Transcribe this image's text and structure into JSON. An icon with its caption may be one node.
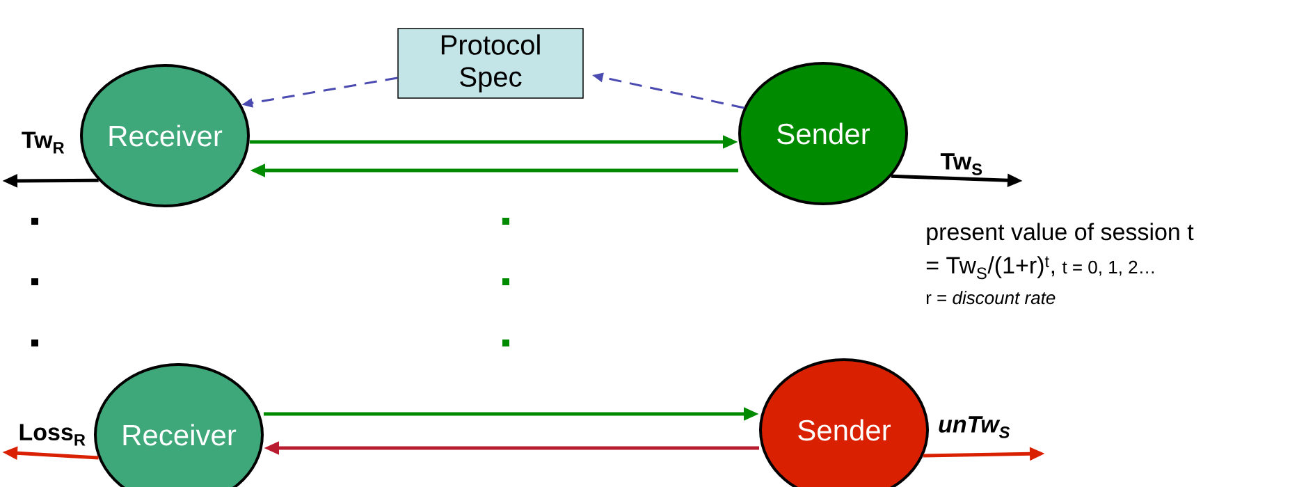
{
  "diagram": {
    "nodes": [
      {
        "text": [
          "Protocol Spec"
        ]
      },
      {
        "text": [
          "Receiver"
        ]
      },
      {
        "text": [
          "Sender"
        ]
      },
      {
        "text": [
          "Receiver"
        ]
      },
      {
        "text": [
          "Sender"
        ]
      }
    ],
    "edges": [
      {
        "from": 0,
        "to": 1,
        "arrow": "to",
        "style": "dashed",
        "color": "#4a4ab0"
      },
      {
        "from": 2,
        "to": 0,
        "arrow": "to",
        "style": "dashed",
        "color": "#4a4ab0"
      },
      {
        "from": 1,
        "to": 2,
        "arrow": "to"
      },
      {
        "from": 2,
        "to": 1,
        "arrow": "to"
      },
      {
        "from": 1,
        "to": null,
        "arrow": "to",
        "label": "Tw$_{R}$",
        "color": "#000000"
      },
      {
        "from": 2,
        "to": null,
        "arrow": "to",
        "label": "Tw$_{S}$",
        "color": "#000000"
      },
      {
        "from": 3,
        "to": 4,
        "arrow": "to"
      },
      {
        "from": 4,
        "to": 3,
        "arrow": "to",
        "color": "#b81c2e"
      },
      {
        "from": 3,
        "to": null,
        "arrow": "to",
        "label": "Loss$_{R}$",
        "color": "#d92000"
      },
      {
        "from": 4,
        "to": null,
        "arrow": "to",
        "label": "unTw$_{S}$",
        "color": "#d92000"
      }
    ],
    "labels": [
      "present value of session t",
      "= Tw$_{S}$/(1+r)$^{t}$,",
      "t = 0, 1, 2…",
      "r = *discount rate*"
    ]
  }
}
